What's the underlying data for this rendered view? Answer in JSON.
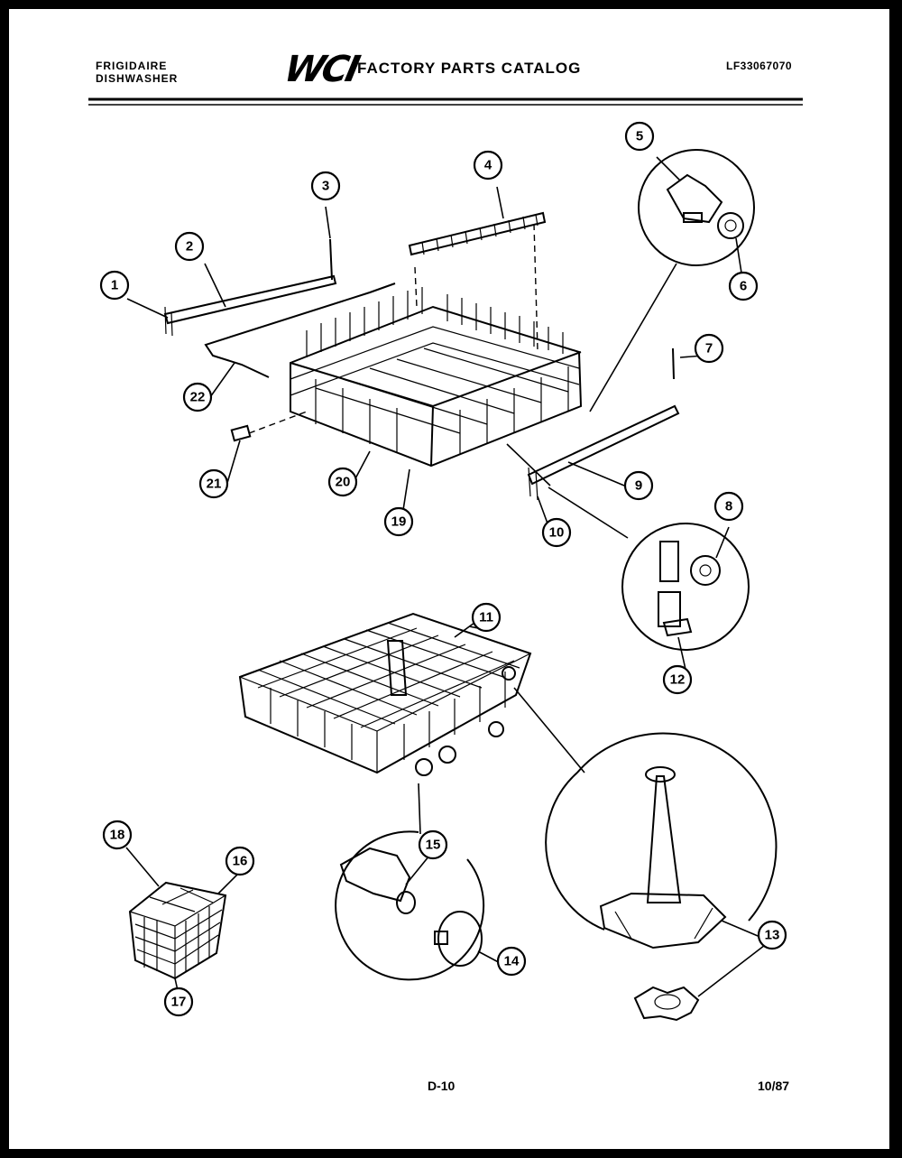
{
  "header": {
    "brand_line1": "FRIGIDAIRE",
    "brand_line2": "DISHWASHER",
    "logo": "WCI",
    "title": "FACTORY PARTS CATALOG",
    "model_number": "LF33067070"
  },
  "footer": {
    "page_code": "D-10",
    "date_code": "10/87"
  },
  "callouts": [
    "1",
    "2",
    "3",
    "4",
    "5",
    "6",
    "7",
    "8",
    "9",
    "10",
    "11",
    "12",
    "13",
    "14",
    "15",
    "16",
    "17",
    "18",
    "19",
    "20",
    "21",
    "22"
  ]
}
